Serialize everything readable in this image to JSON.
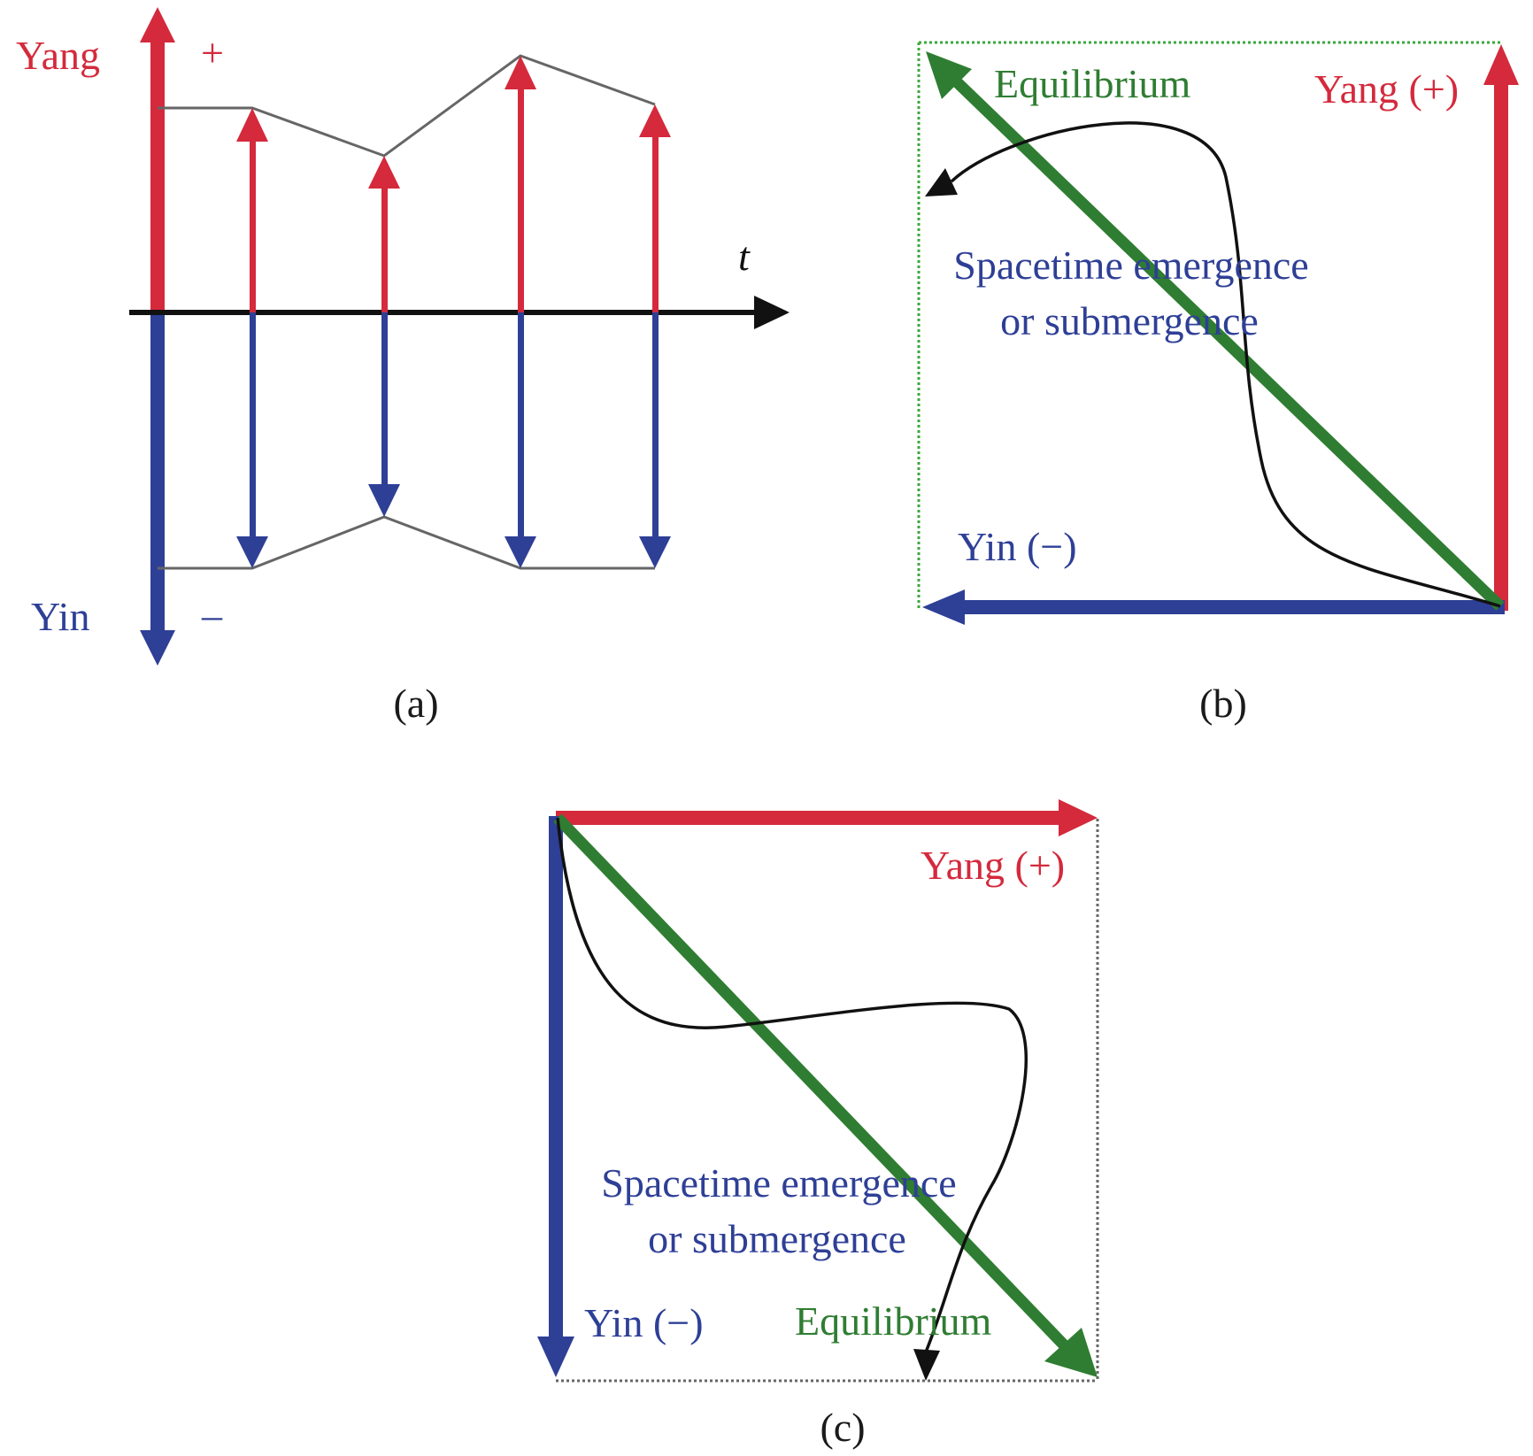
{
  "panels": {
    "a": {
      "caption": "(a)",
      "yang_label": "Yang",
      "plus_sign": "+",
      "yin_label": "Yin",
      "minus_sign": "–",
      "time_label": "t"
    },
    "b": {
      "caption": "(b)",
      "equilibrium_label": "Equilibrium",
      "yang_label": "Yang (+)",
      "yin_label": "Yin (−)",
      "emergence_line1": "Spacetime emergence",
      "emergence_line2": "or submergence"
    },
    "c": {
      "caption": "(c)",
      "yang_label": "Yang (+)",
      "yin_label": "Yin (−)",
      "equilibrium_label": "Equilibrium",
      "emergence_line1": "Spacetime emergence",
      "emergence_line2": "or submergence"
    }
  },
  "colors": {
    "yang": "#d42a3c",
    "yin": "#2e3f96",
    "equilibrium": "#2f7d32",
    "curve": "#111111",
    "guide": "#666666",
    "emergence_text": "#2e3f96",
    "equilibrium_text": "#2f7d32"
  }
}
